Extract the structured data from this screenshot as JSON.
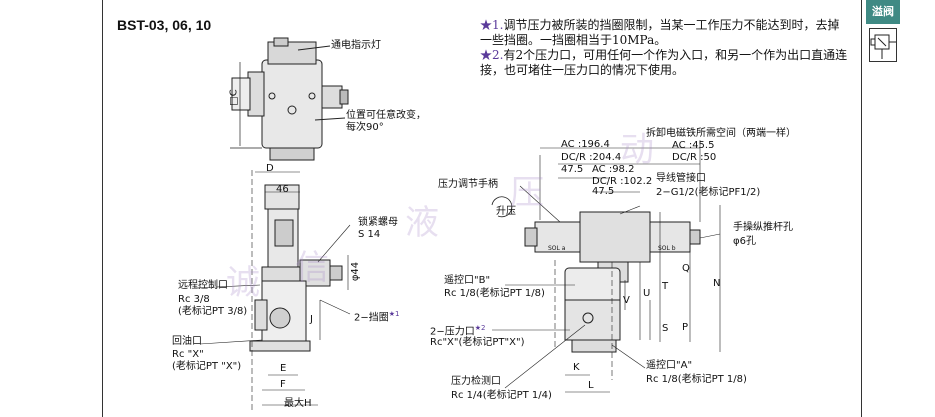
{
  "header": {
    "model": "BST-03, 06, 10"
  },
  "side_tab": {
    "label": "溢阀"
  },
  "notes": [
    {
      "mark": "★1.",
      "text": "调节压力被所装的挡圈限制，当某一工作压力不能达到时，去掉一些挡圈。一挡圈相当于10MPa。"
    },
    {
      "mark": "★2.",
      "text": "有2个压力口，可用任何一个作为入口，和另一个作为出口直通连接，也可堵住一压力口的情况下使用。"
    }
  ],
  "left_labels": {
    "indicator": "通电指示灯",
    "position_change": "位置可任意改变，",
    "every_90": "每次90°",
    "dim_c": "□C",
    "dim_d": "D",
    "dim_46": "46",
    "lock_nut": "锁紧螺母",
    "s14": "S 14",
    "phi44": "φ44",
    "remote_port": "远程控制口",
    "rc_38": "Rc 3/8",
    "old_pt_38": "(老标记PT 3/8)",
    "retainer": "2−挡圈",
    "retainer_star": "★1",
    "dim_j": "J",
    "return_port": "回油口",
    "rc_x": "Rc \"X\"",
    "old_pt_x": "(老标记PT \"X\")",
    "dim_e": "E",
    "dim_f": "F",
    "dim_h": "最大H"
  },
  "right_labels": {
    "ac_196": "AC    :196.4",
    "dcr_204": "DC/R       :204.4",
    "d475a": "47.5",
    "ac_98": "AC    :98.2",
    "dcr_102": "DC/R    :102.2",
    "d475b": "47.5",
    "removal_space": "拆卸电磁铁所需空间（两端一样）",
    "ac_455": "AC    :45.5",
    "dcr_50": "DC/R      :50",
    "pressure_handle": "压力调节手柄",
    "raise": "升压",
    "wiring_port": "导线管接口",
    "wiring_spec": "2−G1/2(老标记PF1/2)",
    "manual_lever": "手操纵推杆孔",
    "phi6": "φ6孔",
    "pilot_b": "遥控口\"B\"",
    "rc_18_b": "Rc 1/8(老标记PT 1/8)",
    "pressure_port": "2−压力口",
    "pressure_star": "★2",
    "rc_x_pt": "Rc\"X\"(老标记PT\"X\")",
    "gauge_port": "压力检测口",
    "rc_14": "Rc 1/4(老标记PT 1/4)",
    "pilot_a": "遥控口\"A\"",
    "rc_18_a": "Rc 1/8(老标记PT 1/8)",
    "dim_q": "Q",
    "dim_n": "N",
    "dim_t": "T",
    "dim_u": "U",
    "dim_v": "V",
    "dim_s": "S",
    "dim_p": "P",
    "dim_k": "K",
    "dim_l": "L",
    "sol_a": "SOL a",
    "sol_b": "SOL b"
  },
  "watermark": [
    "诚",
    "信",
    "液",
    "压",
    "动"
  ]
}
